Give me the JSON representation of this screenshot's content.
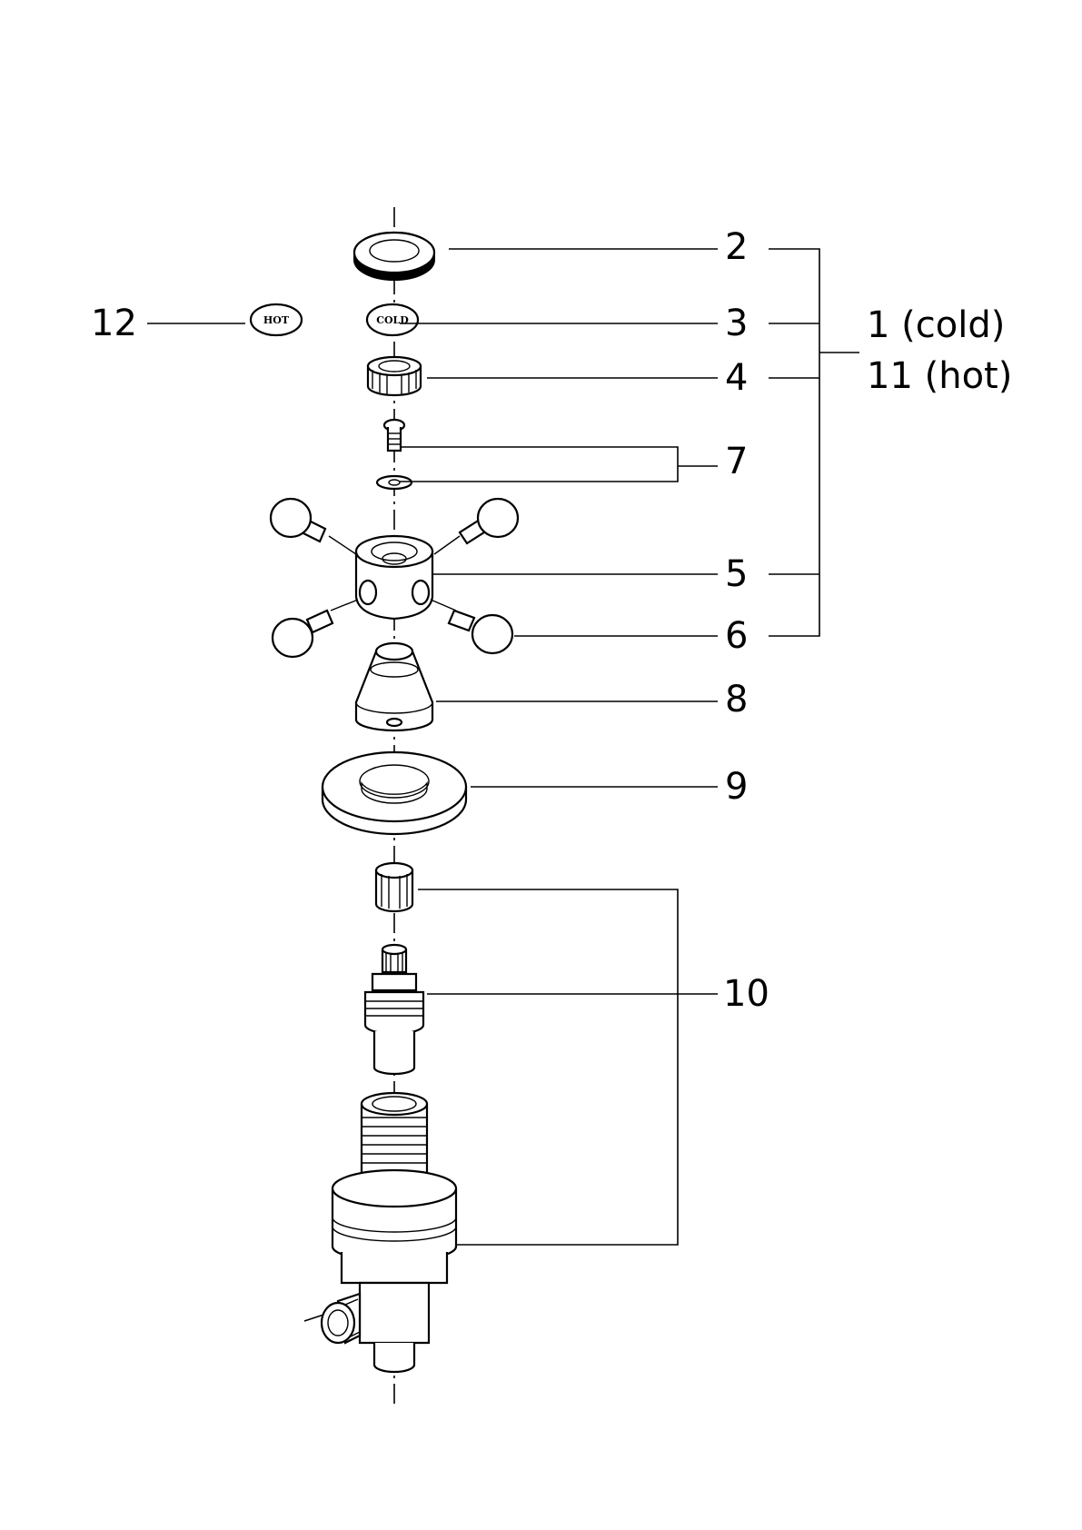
{
  "diagram": {
    "callouts": {
      "c2": "2",
      "c3": "3",
      "c4": "4",
      "c5": "5",
      "c6": "6",
      "c7": "7",
      "c8": "8",
      "c9": "9",
      "c10": "10",
      "c12": "12",
      "c1_num": "1",
      "c1_text": "(cold)",
      "c11_num": "11",
      "c11_text": "(hot)"
    },
    "cap_labels": {
      "hot": "HOT",
      "cold": "COLD"
    }
  }
}
